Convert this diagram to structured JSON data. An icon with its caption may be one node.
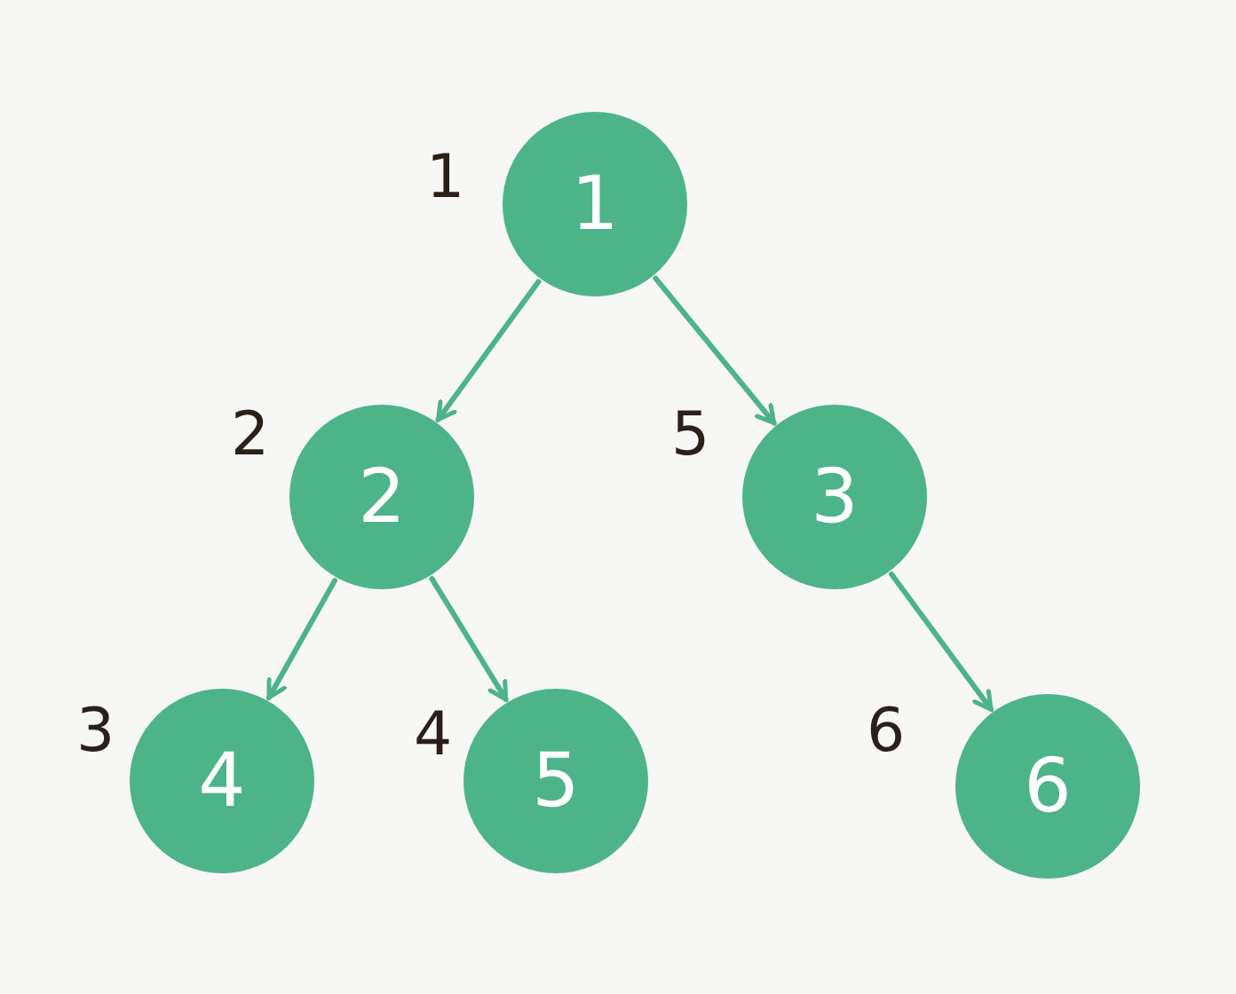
{
  "diagram": {
    "nodes": [
      {
        "text": [
          "1"
        ],
        "beside": [
          "1"
        ]
      },
      {
        "text": [
          "2"
        ],
        "beside": [
          "2"
        ]
      },
      {
        "text": [
          "3"
        ],
        "beside": [
          "5"
        ]
      },
      {
        "text": [
          "4"
        ],
        "beside": [
          "3"
        ]
      },
      {
        "text": [
          "5"
        ],
        "beside": [
          "4"
        ]
      },
      {
        "text": [
          "6"
        ],
        "beside": [
          "6"
        ]
      }
    ],
    "edges": [
      {
        "from": 0,
        "to": 1,
        "arrow": "to"
      },
      {
        "from": 0,
        "to": 2,
        "arrow": "to"
      },
      {
        "from": 1,
        "to": 3,
        "arrow": "to"
      },
      {
        "from": 1,
        "to": 4,
        "arrow": "to"
      },
      {
        "from": 2,
        "to": 5,
        "arrow": "to"
      }
    ]
  }
}
